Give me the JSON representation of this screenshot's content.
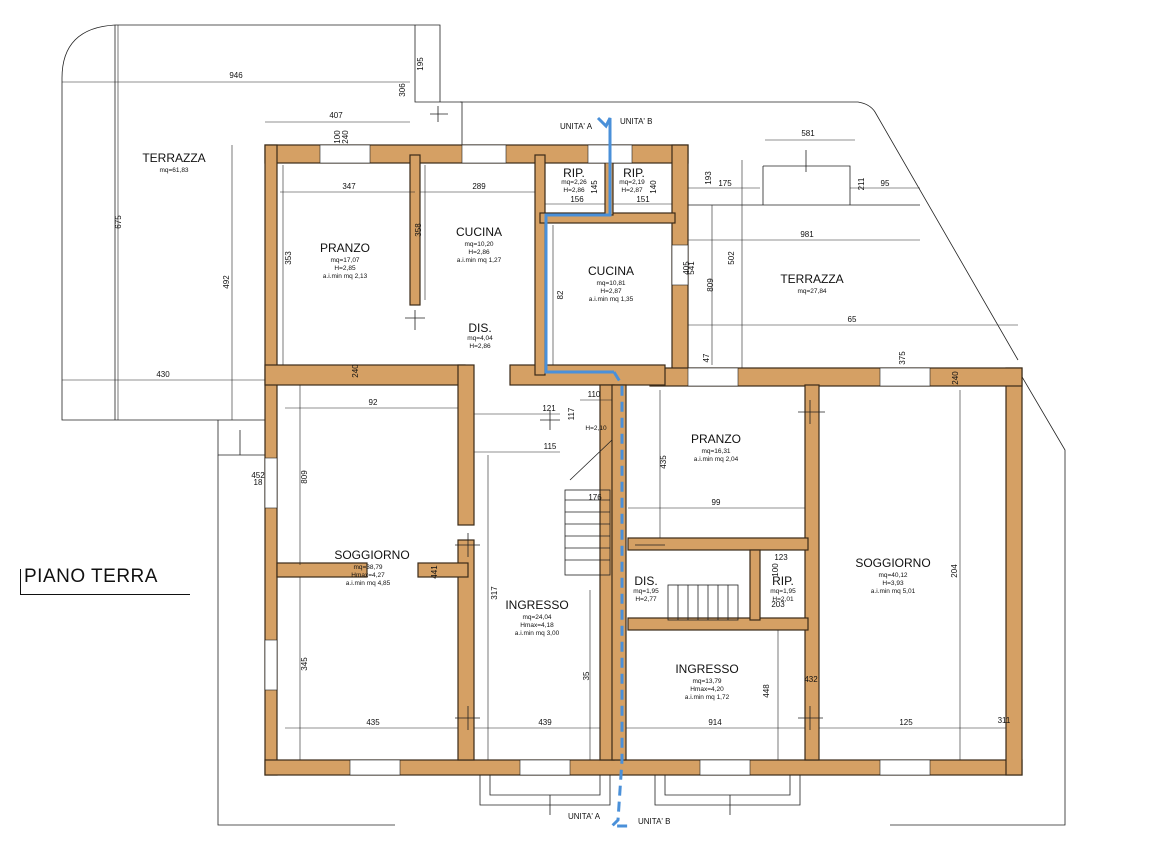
{
  "title": "PIANO TERRA",
  "units": {
    "a": "UNITA' A",
    "b": "UNITA' B"
  },
  "colors": {
    "wall": "#d5a064",
    "route": "#4a90d9"
  },
  "rooms": [
    {
      "id": "terrazza-west",
      "name": "TERRAZZA",
      "lines": [
        "mq=61,83"
      ]
    },
    {
      "id": "pranzo-a",
      "name": "PRANZO",
      "lines": [
        "mq=17,07",
        "H=2,85",
        "a.i.min mq 2,13"
      ]
    },
    {
      "id": "cucina-a",
      "name": "CUCINA",
      "lines": [
        "mq=10,20",
        "H=2,86",
        "a.i.min mq 1,27"
      ]
    },
    {
      "id": "rip-a",
      "name": "RIP.",
      "lines": [
        "mq=2,26",
        "H=2,86"
      ]
    },
    {
      "id": "rip-b",
      "name": "RIP.",
      "lines": [
        "mq=2,19",
        "H=2,87"
      ]
    },
    {
      "id": "cucina-b",
      "name": "CUCINA",
      "lines": [
        "mq=10,81",
        "H=2,87",
        "a.i.min mq 1,35"
      ]
    },
    {
      "id": "terrazza-east",
      "name": "TERRAZZA",
      "lines": [
        "mq=27,84"
      ]
    },
    {
      "id": "dis-a",
      "name": "DIS.",
      "lines": [
        "mq=4,04",
        "H=2,86"
      ]
    },
    {
      "id": "wc-small",
      "name": "",
      "lines": [
        "H=2,10"
      ]
    },
    {
      "id": "pranzo-b",
      "name": "PRANZO",
      "lines": [
        "mq=16,31",
        "a.i.min mq 2,04"
      ]
    },
    {
      "id": "soggiorno-a",
      "name": "SOGGIORNO",
      "lines": [
        "mq=38,79",
        "Hmax=4,27",
        "a.i.min mq 4,85"
      ]
    },
    {
      "id": "ingresso-a",
      "name": "INGRESSO",
      "lines": [
        "mq=24,04",
        "Hmax=4,18",
        "a.i.min mq 3,00"
      ]
    },
    {
      "id": "dis-b",
      "name": "DIS.",
      "lines": [
        "mq=1,95",
        "H=2,77"
      ]
    },
    {
      "id": "rip-c",
      "name": "RIP.",
      "lines": [
        "mq=1,95",
        "H=2,01"
      ]
    },
    {
      "id": "soggiorno-b",
      "name": "SOGGIORNO",
      "lines": [
        "mq=40,12",
        "H=3,93",
        "a.i.min mq 5,01"
      ]
    },
    {
      "id": "ingresso-b",
      "name": "INGRESSO",
      "lines": [
        "mq=13,79",
        "Hmax=4,20",
        "a.i.min mq 1,72"
      ]
    }
  ],
  "dimensions": [
    "946",
    "306",
    "195",
    "407",
    "100",
    "240",
    "347",
    "289",
    "156",
    "151",
    "145",
    "140",
    "193",
    "175",
    "95",
    "211",
    "581",
    "981",
    "675",
    "492",
    "353",
    "358",
    "82",
    "405",
    "541",
    "809",
    "502",
    "65",
    "430",
    "240",
    "92",
    "121",
    "110",
    "117",
    "47",
    "375",
    "240",
    "435",
    "115",
    "99",
    "176",
    "123",
    "100",
    "203",
    "452",
    "18",
    "809",
    "441",
    "317",
    "35",
    "448",
    "432",
    "345",
    "435",
    "439",
    "914",
    "125",
    "311",
    "204"
  ]
}
